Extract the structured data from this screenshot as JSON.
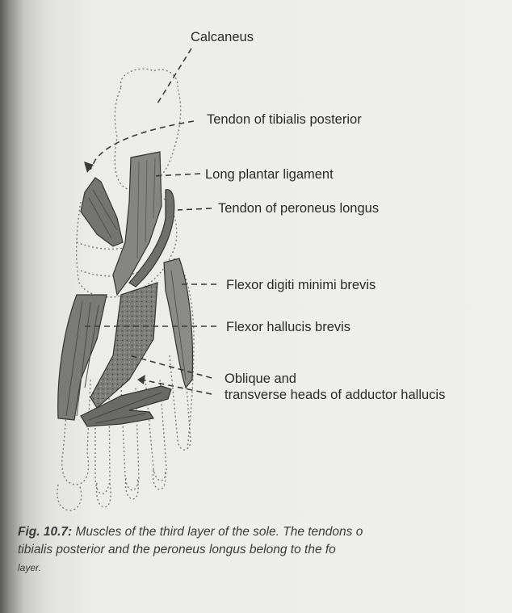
{
  "figure": {
    "labels": {
      "calcaneus": "Calcaneus",
      "tendon_tibialis_posterior": "Tendon of tibialis posterior",
      "long_plantar_ligament": "Long plantar ligament",
      "tendon_peroneus_longus": "Tendon of peroneus longus",
      "flexor_digiti_minimi_brevis": "Flexor digiti minimi brevis",
      "flexor_hallucis_brevis": "Flexor hallucis brevis",
      "adductor_line1": "Oblique and",
      "adductor_line2": "transverse heads of adductor hallucis"
    },
    "caption": {
      "figure_number": "Fig. 10.7:",
      "line1_text": " Muscles of the third layer of the sole. The tendons o",
      "line2_text": "tibialis posterior and the peroneus longus belong to the fo",
      "line3_text": "layer."
    }
  }
}
